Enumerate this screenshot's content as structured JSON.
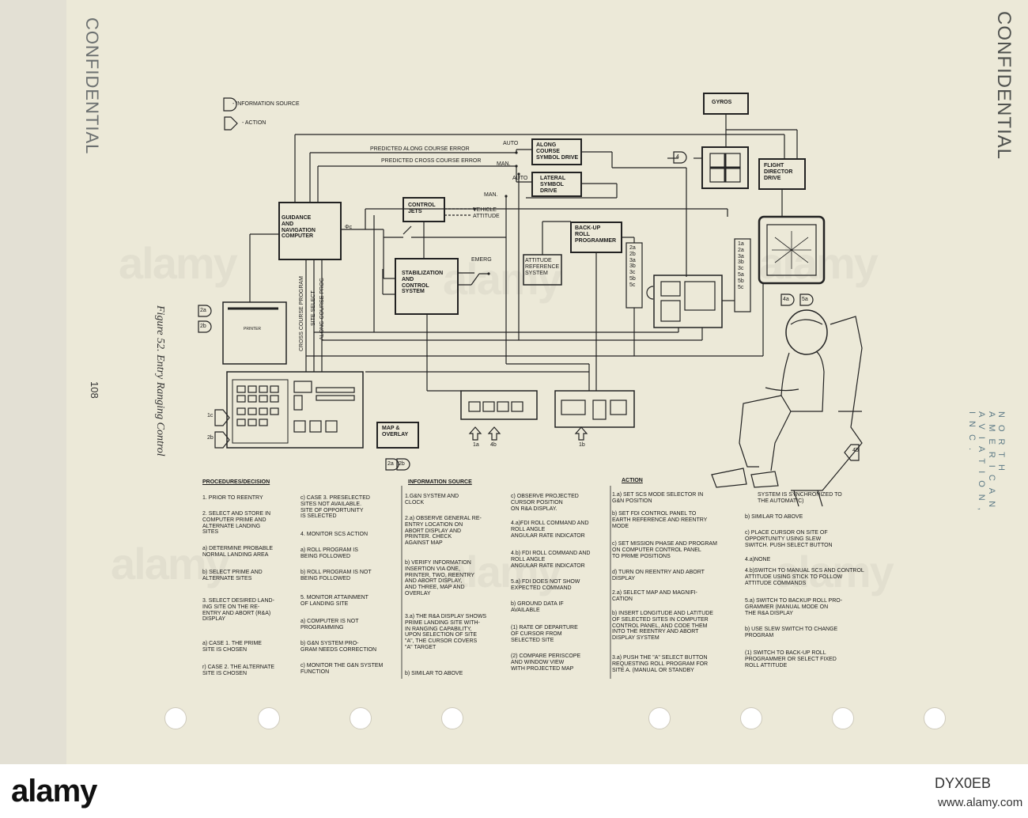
{
  "page": {
    "page_number": "108",
    "figure_caption": "Figure 52. Entry Ranging Control",
    "stamp_left": "CONFIDENTIAL",
    "stamp_right": "CONFIDENTIAL",
    "company": "NORTH AMERICAN AVIATION, INC.",
    "watermark": "alamy",
    "stock_id": "DYX0EB",
    "stock_url": "www.alamy.com"
  },
  "legend": {
    "information_source": "- INFORMATION SOURCE",
    "action": "- ACTION"
  },
  "diagram": {
    "gyros": "GYROS",
    "guidance": "GUIDANCE\nAND\nNAVIGATION\nCOMPUTER",
    "control_jets": "CONTROL\nJETS",
    "vehicle_attitude": "VEHICLE\nATTITUDE",
    "stabilization": "STABILIZATION\nAND\nCONTROL\nSYSTEM",
    "along_course_drive": "ALONG\nCOURSE\nSYMBOL DRIVE",
    "lateral_drive": "LATERAL\nSYMBOL\nDRIVE",
    "backup_roll": "BACK-UP\nROLL\nPROGRAMMER",
    "attitude_ref": "ATTITUDE\nREFERENCE\nSYSTEM",
    "flight_director": "FLIGHT\nDIRECTOR\nDRIVE",
    "map_overlay": "MAP &\nOVERLAY",
    "printer": "PRINTER",
    "pred_along": "PREDICTED ALONG COURSE ERROR",
    "pred_cross": "PREDICTED CROSS COURSE ERROR",
    "auto_1": "AUTO",
    "auto_2": "AUTO",
    "man_1": "MAN.",
    "man_2": "MAN.",
    "emerg": "EMERG",
    "phi_c": "Φc",
    "cross_course_program": "CROSS COURSE PROGRAM",
    "site_select": "SITE SELECT",
    "along_course_prog": "ALONG COURSE PROG",
    "tags": {
      "t2a": "2a",
      "t2b": "2b",
      "t4": "4",
      "t4a": "4a",
      "t5a": "5a",
      "t1c": "1c",
      "t2b_b": "2b",
      "t1a": "1a",
      "t4b": "4b",
      "t1b": "1b",
      "t2a_m": "2a",
      "t2b_m": "2b",
      "t4b_r": "4b"
    },
    "stack_left": [
      "2a",
      "2b",
      "3a",
      "3b",
      "3c",
      "5b",
      "5c"
    ],
    "stack_right": [
      "1a",
      "2a",
      "3a",
      "3b",
      "3c",
      "5a",
      "5b",
      "5c"
    ]
  },
  "columns": {
    "procedures": {
      "heading": "PROCEDURES/DECISION",
      "left": [
        "1.  PRIOR TO REENTRY",
        "2.  SELECT AND STORE IN\n     COMPUTER PRIME AND\n     ALTERNATE LANDING\n     SITES",
        "a)  DETERMINE PROBABLE\n     NORMAL LANDING AREA",
        "b)  SELECT PRIME AND\n     ALTERNATE SITES",
        "3.  SELECT DESIRED LAND-\n     ING SITE ON THE RE-\n     ENTRY AND ABORT (R&A)\n     DISPLAY",
        "a)  CASE 1.  THE PRIME\n     SITE IS CHOSEN",
        "r)  CASE 2.  THE ALTERNATE\n     SITE IS CHOSEN"
      ],
      "right": [
        "c)  CASE 3.  PRESELECTED\n     SITES NOT AVAILABLE.\n     SITE OF OPPORTUNITY\n     IS SELECTED",
        "4.  MONITOR SCS ACTION",
        "a)  ROLL PROGRAM IS\n     BEING FOLLOWED",
        "b)  ROLL PROGRAM IS NOT\n     BEING FOLLOWED",
        "5.  MONITOR ATTAINMENT\n     OF LANDING SITE",
        "a)  COMPUTER IS NOT\n     PROGRAMMING",
        "b)  G&N SYSTEM PRO-\n     GRAM NEEDS CORRECTION",
        "c)  MONITOR THE G&N SYSTEM\n     FUNCTION"
      ]
    },
    "info": {
      "heading": "INFORMATION SOURCE",
      "left": [
        "1.G&N SYSTEM AND\n   CLOCK",
        "2.a)  OBSERVE GENERAL RE-\n        ENTRY LOCATION ON\n        ABORT DISPLAY AND\n        PRINTER.  CHECK\n        AGAINST MAP",
        "b)   VERIFY INFORMATION\n        INSERTION VIA ONE,\n        PRINTER, TWO, REENTRY\n        AND ABORT DISPLAY,\n        AND THREE, MAP AND\n        OVERLAY",
        "3.a)  THE R&A DISPLAY SHOWS\n        PRIME LANDING SITE WITH-\n        IN RANGING CAPABILITY,\n        UPON SELECTION OF SITE\n        \"A\", THE CURSOR COVERS\n        \"A\" TARGET",
        "b)   SIMILAR TO ABOVE"
      ],
      "right": [
        "c)   OBSERVE PROJECTED\n        CURSOR POSITION\n        ON R&A DISPLAY.",
        "4.a)FDI ROLL COMMAND AND\n        ROLL ANGLE\n        ANGULAR RATE INDICATOR",
        "4.b) FDI ROLL COMMAND AND\n        ROLL ANGLE\n        ANGULAR RATE INDICATOR",
        "5.a)    FDI DOES NOT SHOW\n           EXPECTED COMMAND",
        "b)     GROUND DATA IF\n           AVAILABLE",
        "(1)    RATE OF DEPARTURE\n           OF CURSOR FROM\n           SELECTED SITE",
        "(2)    COMPARE PERISCOPE\n           AND WINDOW VIEW\n           WITH PROJECTED MAP"
      ]
    },
    "action": {
      "heading": "ACTION",
      "left": [
        "1.a)  SET SCS MODE SELECTOR IN\n         G&N POSITION",
        "b)    SET FDI CONTROL PANEL TO\n         EARTH REFERENCE AND REENTRY\n         MODE",
        "c)    SET MISSION PHASE AND PROGRAM\n         ON COMPUTER CONTROL PANEL\n         TO PRIME POSITIONS",
        "d)    TURN ON REENTRY AND ABORT\n         DISPLAY",
        "2.a)  SELECT MAP AND MAGNIFI-\n         CATION",
        "b)    INSERT LONGITUDE AND LATITUDE\n         OF SELECTED SITES IN COMPUTER\n         CONTROL PANEL, AND CODE THEM\n         INTO THE REENTRY AND ABORT\n         DISPLAY SYSTEM",
        "3.a)  PUSH THE \"A\" SELECT BUTTON\n         REQUESTING ROLL PROGRAM FOR\n         SITE A.  (MANUAL OR STANDBY"
      ],
      "right": [
        "SYSTEM IS SYNCHRONIZED TO\nTHE AUTOMATIC)",
        "b)    SIMILAR TO ABOVE",
        "c)    PLACE CURSOR ON SITE OF\n         OPPORTUNITY USING SLEW\n         SWITCH.  PUSH SELECT BUTTON",
        "4.a)NONE",
        "4.b)SWITCH TO MANUAL SCS AND CONTROL\n         ATTITUDE USING STICK TO FOLLOW\n         ATTITUDE COMMANDS",
        "5.a)   SWITCH TO BACKUP ROLL PRO-\n          GRAMMER (MANUAL MODE ON\n          THE R&A DISPLAY",
        "b)    USE SLEW SWITCH TO CHANGE\n         PROGRAM",
        "(1)   SWITCH TO BACK-UP ROLL\n         PROGRAMMER OR SELECT FIXED\n         ROLL ATTITUDE"
      ]
    }
  }
}
